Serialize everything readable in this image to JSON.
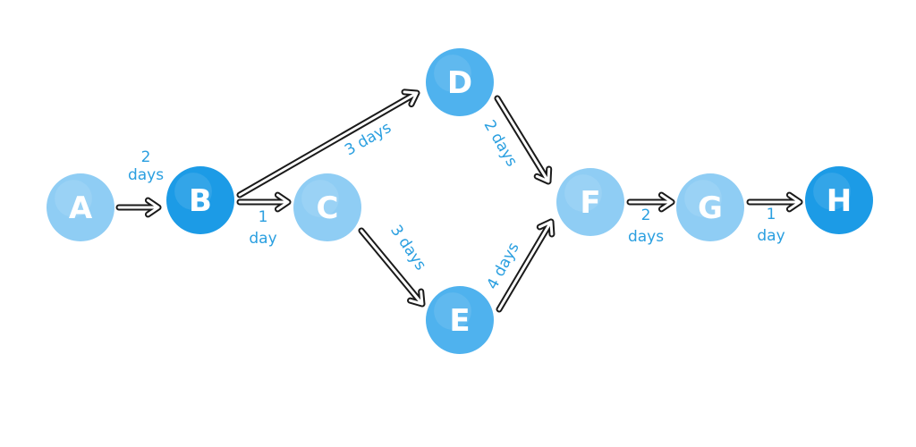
{
  "colors": {
    "node_dark": "#1c9be6",
    "node_mid": "#4fb2ee",
    "node_light": "#8fcdf4",
    "label": "#2a9fe0",
    "arrow": "#1a1a1a"
  },
  "nodes": [
    {
      "id": "A",
      "label": "A",
      "shade": "light"
    },
    {
      "id": "B",
      "label": "B",
      "shade": "dark"
    },
    {
      "id": "C",
      "label": "C",
      "shade": "light"
    },
    {
      "id": "D",
      "label": "D",
      "shade": "mid"
    },
    {
      "id": "E",
      "label": "E",
      "shade": "mid"
    },
    {
      "id": "F",
      "label": "F",
      "shade": "light"
    },
    {
      "id": "G",
      "label": "G",
      "shade": "light"
    },
    {
      "id": "H",
      "label": "H",
      "shade": "dark"
    }
  ],
  "edges": [
    {
      "from": "A",
      "to": "B",
      "label_lines": [
        "2",
        "days"
      ]
    },
    {
      "from": "B",
      "to": "C",
      "label_lines": [
        "1",
        "day"
      ]
    },
    {
      "from": "B",
      "to": "D",
      "label_lines": [
        "3 days"
      ]
    },
    {
      "from": "C",
      "to": "E",
      "label_lines": [
        "3 days"
      ]
    },
    {
      "from": "D",
      "to": "F",
      "label_lines": [
        "2 days"
      ]
    },
    {
      "from": "E",
      "to": "F",
      "label_lines": [
        "4 days"
      ]
    },
    {
      "from": "F",
      "to": "G",
      "label_lines": [
        "2",
        "days"
      ]
    },
    {
      "from": "G",
      "to": "H",
      "label_lines": [
        "1",
        "day"
      ]
    }
  ]
}
